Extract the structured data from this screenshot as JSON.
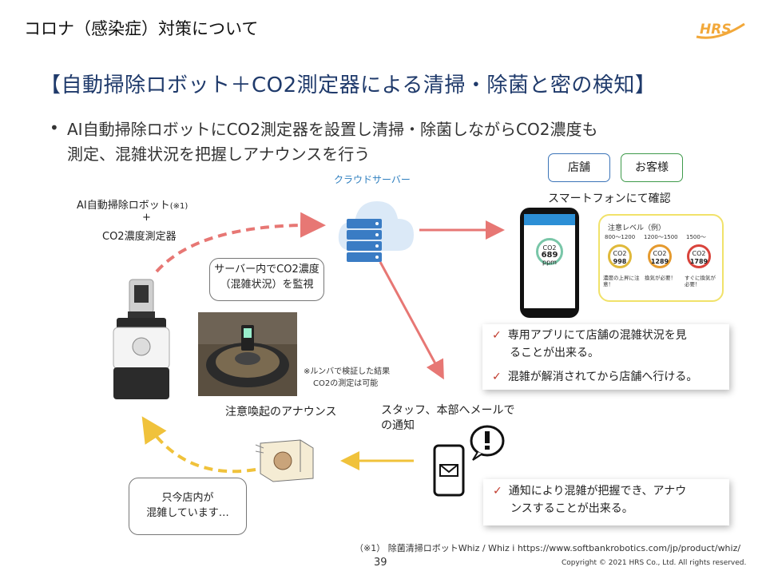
{
  "header": {
    "title": "コロナ（感染症）対策について",
    "logo_text": "HRS"
  },
  "main_title": "【自動掃除ロボット＋CO2測定器による清掃・除菌と密の検知】",
  "bullet": {
    "symbol": "•",
    "line1": "AI自動掃除ロボットにCO2測定器を設置し清掃・除菌しながらCO2濃度も",
    "line2": "測定、混雑状況を把握しアナウンスを行う"
  },
  "robot": {
    "label_line1": "AI自動掃除ロボット",
    "label_note": "(※1)",
    "label_plus": "+",
    "label_line2": "CO2濃度測定器"
  },
  "cloud": {
    "label": "クラウドサーバー"
  },
  "server_callout": {
    "line1": "サーバー内でCO2濃度",
    "line2": "（混雑状況）を監視"
  },
  "tags": {
    "store": "店舗",
    "customer": "お客様"
  },
  "smartphone_caption": "スマートフォンにて確認",
  "phone_app": {
    "value": "689",
    "unit": "ppm",
    "co2": "CO2"
  },
  "co2_panel": {
    "title": "注意レベル（例）",
    "levels": [
      {
        "range": "800〜1200",
        "value": "998",
        "note": "濃度の上昇に注意！",
        "color": "#e0b93a"
      },
      {
        "range": "1200〜1500",
        "value": "1289",
        "note": "換気が必要！",
        "color": "#e59a2e"
      },
      {
        "range": "1500〜",
        "value": "1789",
        "note": "すぐに換気が必要！",
        "color": "#d9433b"
      }
    ]
  },
  "check_box1": {
    "item1_line1": "専用アプリにて店舗の混雑状況を見",
    "item1_line2": "ることが出来る。",
    "item2": "混雑が解消されてから店舗へ行ける。"
  },
  "photo_note": {
    "line1": "※ルンバで検証した結果",
    "line2": "CO2の測定は可能"
  },
  "announce_label": "注意喚起のアナウンス",
  "staff_label": {
    "line1": "スタッフ、本部へメールで",
    "line2": "の通知"
  },
  "speech_callout": {
    "line1": "只今店内が",
    "line2": "混雑しています…"
  },
  "check_box2": {
    "item_line1": "通知により混雑が把握でき、アナウ",
    "item_line2": "ンスすることが出来る。"
  },
  "check_symbol": "✓",
  "footnote": "（※1） 除菌清掃ロボットWhiz / Whiz i https://www.softbankrobotics.com/jp/product/whiz/",
  "page_number": "39",
  "copyright": "Copyright © 2021 HRS Co., Ltd. All rights reserved.",
  "colors": {
    "title_blue": "#1f3a6b",
    "arrow_red": "#e77774",
    "arrow_yellow": "#f0c23b",
    "cloud_blue": "#2f7fbf"
  }
}
